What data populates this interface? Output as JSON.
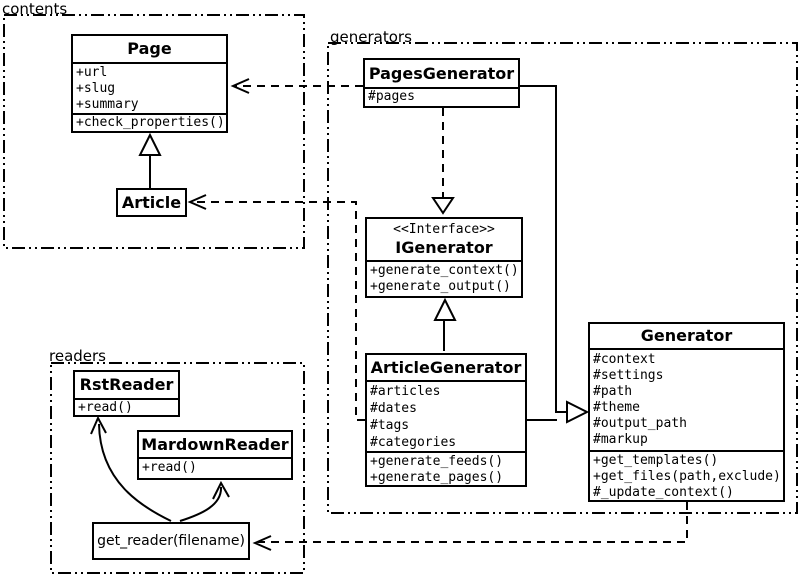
{
  "diagram": {
    "title": "Pelican classes UML diagram",
    "colors": {
      "line": "#000000",
      "background": "#ffffff"
    },
    "packages": {
      "contents": {
        "label": "contents"
      },
      "generators": {
        "label": "generators"
      },
      "readers": {
        "label": "readers"
      }
    },
    "classes": {
      "page": {
        "name": "Page",
        "attributes": [
          "+url",
          "+slug",
          "+summary"
        ],
        "methods": [
          "+check_properties()"
        ]
      },
      "article": {
        "name": "Article"
      },
      "pages_generator": {
        "name": "PagesGenerator",
        "attributes": [
          "#pages"
        ]
      },
      "igenerator": {
        "stereotype": "<<Interface>>",
        "name": "IGenerator",
        "methods": [
          "+generate_context()",
          "+generate_output()"
        ]
      },
      "article_generator": {
        "name": "ArticleGenerator",
        "attributes": [
          "#articles",
          "#dates",
          "#tags",
          "#categories"
        ],
        "methods": [
          "+generate_feeds()",
          "+generate_pages()"
        ]
      },
      "generator": {
        "name": "Generator",
        "attributes": [
          "#context",
          "#settings",
          "#path",
          "#theme",
          "#output_path",
          "#markup"
        ],
        "methods": [
          "+get_templates()",
          "+get_files(path,exclude)",
          "#_update_context()"
        ]
      },
      "rst_reader": {
        "name": "RstReader",
        "methods": [
          "+read()"
        ]
      },
      "mardown_reader": {
        "name": "MardownReader",
        "methods": [
          "+read()"
        ]
      },
      "get_reader": {
        "label": "get_reader(filename)"
      }
    }
  }
}
